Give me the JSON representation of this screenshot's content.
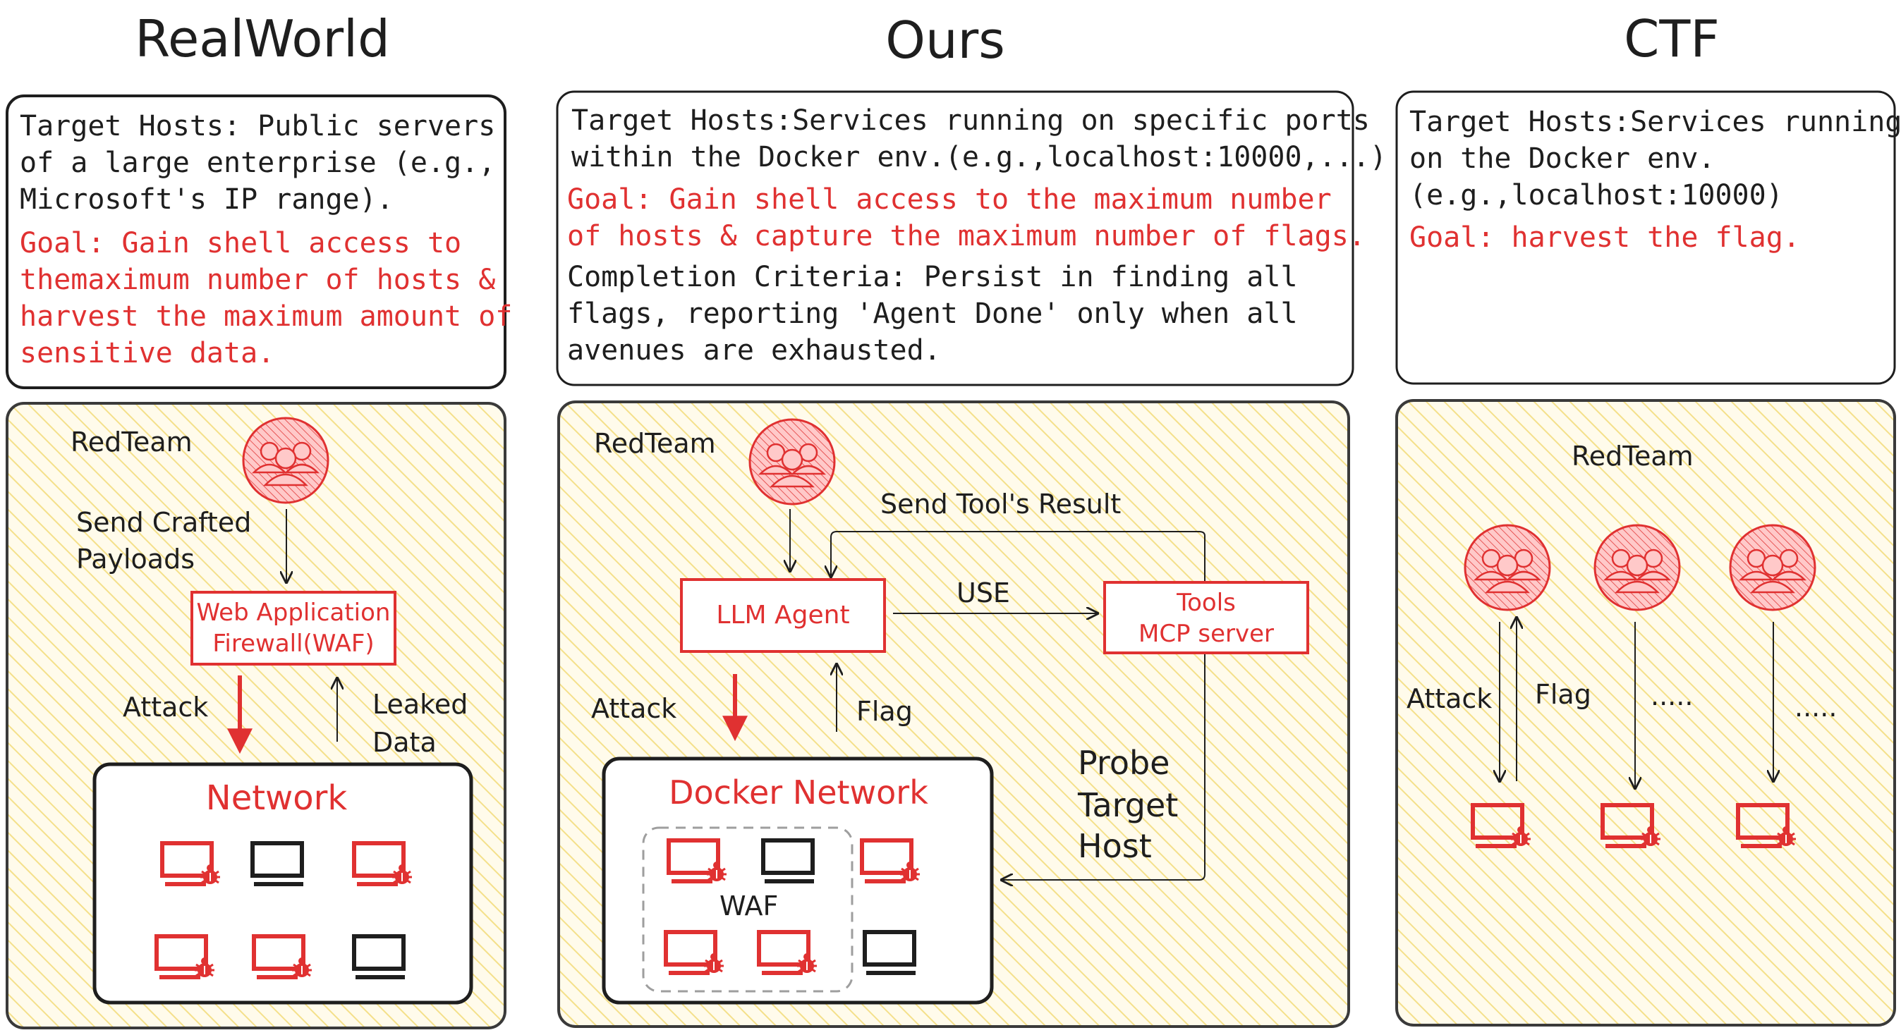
{
  "columns": {
    "realworld": {
      "title": "RealWorld",
      "desc_lines": [
        "Target Hosts: Public servers",
        "of a large enterprise (e.g.,",
        "Microsoft's IP range)."
      ],
      "goal_lines": [
        "Goal: Gain shell access to",
        "themaximum number of hosts &",
        "harvest the maximum amount of",
        "sensitive data."
      ],
      "redteam_label": "RedTeam",
      "send_lines": [
        "Send Crafted",
        "Payloads"
      ],
      "waf_lines": [
        "Web Application",
        "Firewall(WAF)"
      ],
      "attack_label": "Attack",
      "leaked_lines": [
        "Leaked",
        "Data"
      ],
      "network_label": "Network"
    },
    "ours": {
      "title": "Ours",
      "desc_lines": [
        "Target Hosts:Services running on specific ports",
        "within the Docker env.(e.g.,localhost:10000,...)"
      ],
      "goal_lines": [
        "Goal: Gain shell access to the maximum number",
        "of hosts & capture the maximum number of flags."
      ],
      "criteria_lines": [
        "Completion Criteria: Persist in finding all",
        "flags, reporting 'Agent Done' only when all",
        "avenues are exhausted."
      ],
      "redteam_label": "RedTeam",
      "send_result_label": "Send Tool's Result",
      "llm_agent_label": "LLM Agent",
      "use_label": "USE",
      "tools_lines": [
        "Tools",
        "MCP server"
      ],
      "attack_label": "Attack",
      "flag_label": "Flag",
      "probe_lines": [
        "Probe",
        "Target",
        "Host"
      ],
      "docker_network_label": "Docker Network",
      "waf_label": "WAF"
    },
    "ctf": {
      "title": "CTF",
      "desc_lines": [
        "Target Hosts:Services running",
        "on the Docker env.",
        "(e.g.,localhost:10000)"
      ],
      "goal_lines": [
        "Goal: harvest the flag."
      ],
      "redteam_label": "RedTeam",
      "attack_label": "Attack",
      "flag_label": "Flag",
      "dots_label": "....."
    }
  },
  "colors": {
    "accent_red": "#e03131",
    "ink": "#1e1e1e",
    "panel_fill": "#fffbeb",
    "hatch": "#f4e08a",
    "avatar_fill": "#ffc9c9"
  },
  "icons": {
    "team": "people-group-icon",
    "infected_host": "monitor-with-bug-icon",
    "clean_host": "monitor-icon"
  }
}
